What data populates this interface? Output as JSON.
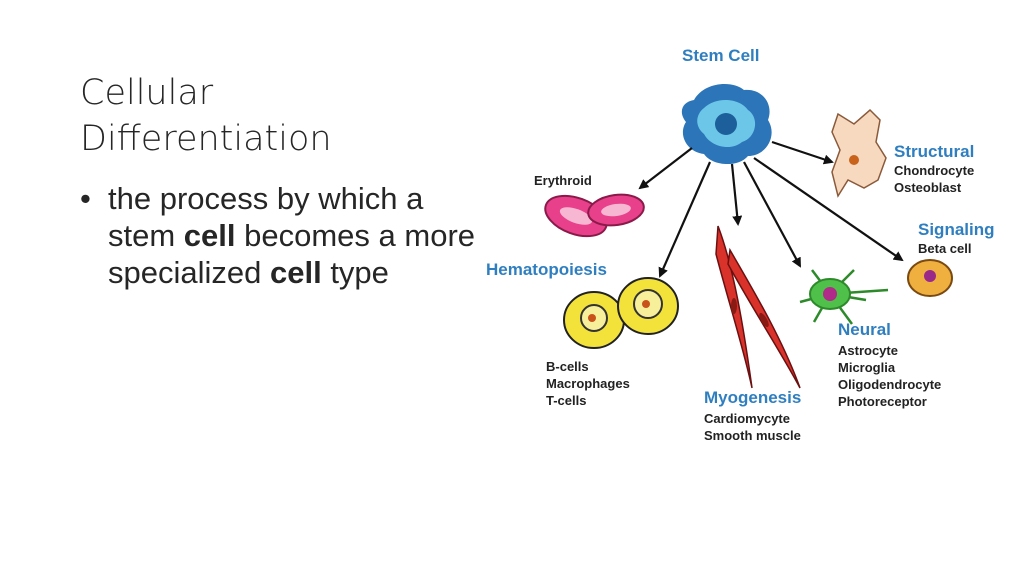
{
  "slide": {
    "title_lines": [
      "Cellular",
      "Differentiation"
    ],
    "bullet": {
      "marker": "•",
      "parts": [
        "the process by which a stem ",
        "cell",
        " becomes a more specialized ",
        "cell",
        " type"
      ]
    }
  },
  "diagram": {
    "stem_cell": "Stem Cell",
    "erythroid": "Erythroid",
    "hematopoiesis": {
      "label": "Hematopoiesis",
      "cells": [
        "B-cells",
        "Macrophages",
        "T-cells"
      ]
    },
    "myogenesis": {
      "label": "Myogenesis",
      "cells": [
        "Cardiomycyte",
        "Smooth muscle"
      ]
    },
    "neural": {
      "label": "Neural",
      "cells": [
        "Astrocyte",
        "Microglia",
        "Oligodendrocyte",
        "Photoreceptor"
      ]
    },
    "signaling": {
      "label": "Signaling",
      "cells": [
        "Beta cell"
      ]
    },
    "structural": {
      "label": "Structural",
      "cells": [
        "Chondrocyte",
        "Osteoblast"
      ]
    },
    "colors": {
      "label_blue": "#2f7fc0",
      "stem_cell": "#3a8fd0",
      "erythroid": "#e8408a",
      "hematopoiesis": "#f3e23a",
      "myogenesis": "#d9322b",
      "neural": "#4fc04a",
      "signaling": "#f0b040",
      "structural": "#f7d9bf"
    }
  }
}
